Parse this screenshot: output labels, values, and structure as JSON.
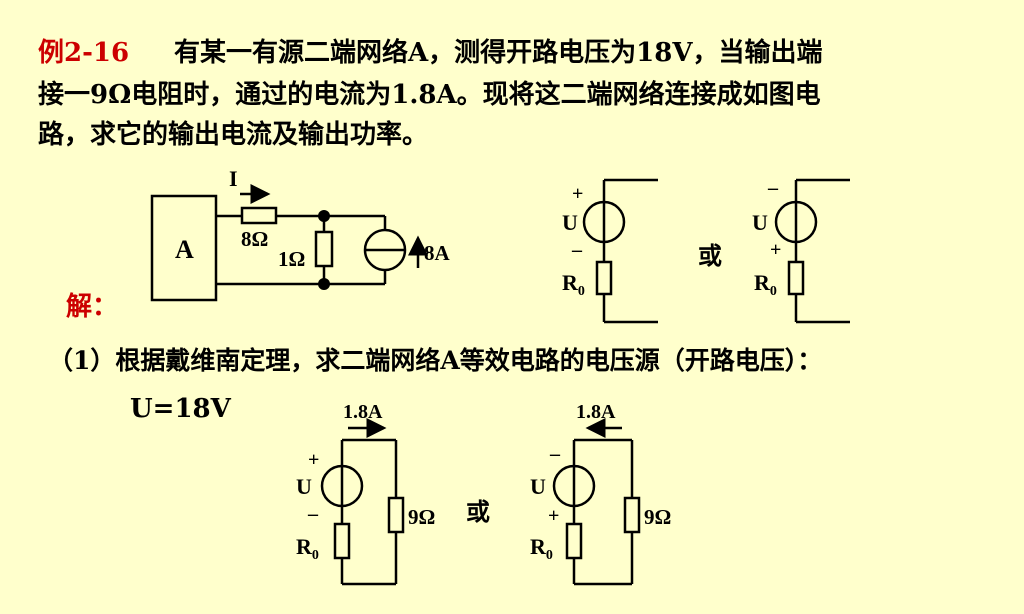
{
  "problem": {
    "label": "例2-16",
    "line1": "有某一有源二端网络A，测得开路电压为18V，当输出端",
    "line2": "接一9Ω电阻时，通过的电流为1.8A。现将这二端网络连接成如图电",
    "line3": "路，求它的输出电流及输出功率。"
  },
  "solution": {
    "label": "解：",
    "step1": "（1）根据戴维南定理，求二端网络A等效电路的电压源（开路电压）：",
    "result": "U=18V"
  },
  "circuit1": {
    "box_label": "A",
    "current_label": "I",
    "r_series": "8Ω",
    "r_shunt": "1Ω",
    "source_label": "8A"
  },
  "equiv": {
    "plus": "+",
    "minus": "–",
    "u_label": "U",
    "r0_main": "R",
    "r0_sub": "0",
    "or_label": "或"
  },
  "circuit_load": {
    "current": "1.8A",
    "load": "9Ω"
  }
}
